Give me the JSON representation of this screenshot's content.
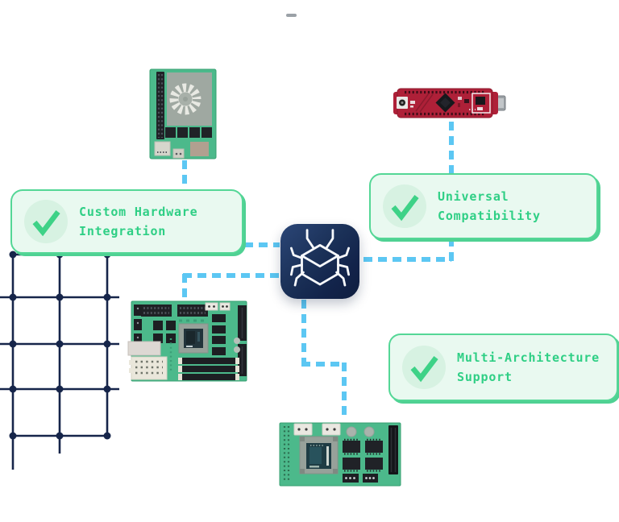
{
  "colors": {
    "accent_green": "#2fcf85",
    "callout_bg": "#e9f9f0",
    "callout_border": "#54d796",
    "check_circle_bg": "#d7f2e2",
    "connector_blue": "#5cc7f3",
    "grid_navy": "#16254a",
    "pcb_green": "#4cb98b",
    "board_red": "#ae2038",
    "center_icon_navy": "#16294e"
  },
  "center_icon": {
    "name": "bug-box-icon"
  },
  "callouts": [
    {
      "name": "custom-hardware-integration",
      "icon": "check-icon",
      "line1": "Custom Hardware",
      "line2": "Integration"
    },
    {
      "name": "universal-compatibility",
      "icon": "check-icon",
      "line1": "Universal",
      "line2": "Compatibility"
    },
    {
      "name": "multi-architecture-support",
      "icon": "check-icon",
      "line1": "Multi-Architecture",
      "line2": "Support"
    }
  ],
  "hardware": [
    {
      "name": "fan-expansion-card"
    },
    {
      "name": "red-microcontroller-board"
    },
    {
      "name": "desktop-motherboard"
    },
    {
      "name": "cpu-expansion-board"
    }
  ],
  "decorations": [
    {
      "name": "background-circle"
    },
    {
      "name": "dot-grid-pattern"
    },
    {
      "name": "window-dash"
    }
  ]
}
